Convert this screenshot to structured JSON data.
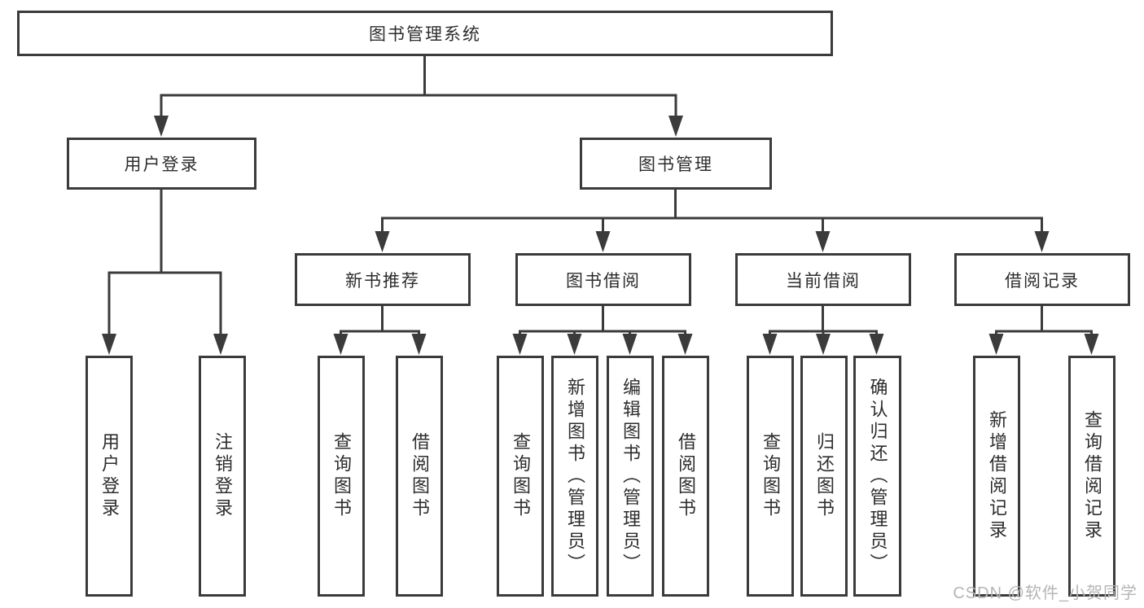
{
  "colors": {
    "line": "#3b3b3b",
    "text": "#2d2d2d",
    "watermark": "#b5b5b5",
    "bg": "#ffffff"
  },
  "tree": {
    "root": {
      "label": "图书管理系统"
    },
    "branches": [
      {
        "label": "用户登录",
        "children": [
          {
            "label": "用户登录"
          },
          {
            "label": "注销登录"
          }
        ]
      },
      {
        "label": "图书管理",
        "children": [
          {
            "label": "新书推荐",
            "children": [
              {
                "label": "查询图书"
              },
              {
                "label": "借阅图书"
              }
            ]
          },
          {
            "label": "图书借阅",
            "children": [
              {
                "label": "查询图书"
              },
              {
                "label": "新增图书（管理员）"
              },
              {
                "label": "编辑图书（管理员）"
              },
              {
                "label": "借阅图书"
              }
            ]
          },
          {
            "label": "当前借阅",
            "children": [
              {
                "label": "查询图书"
              },
              {
                "label": "归还图书"
              },
              {
                "label": "确认归还（管理员）"
              }
            ]
          },
          {
            "label": "借阅记录",
            "children": [
              {
                "label": "新增借阅记录"
              },
              {
                "label": "查询借阅记录"
              }
            ]
          }
        ]
      }
    ]
  },
  "watermark": {
    "text": "CSDN @软件_小贺同学"
  }
}
